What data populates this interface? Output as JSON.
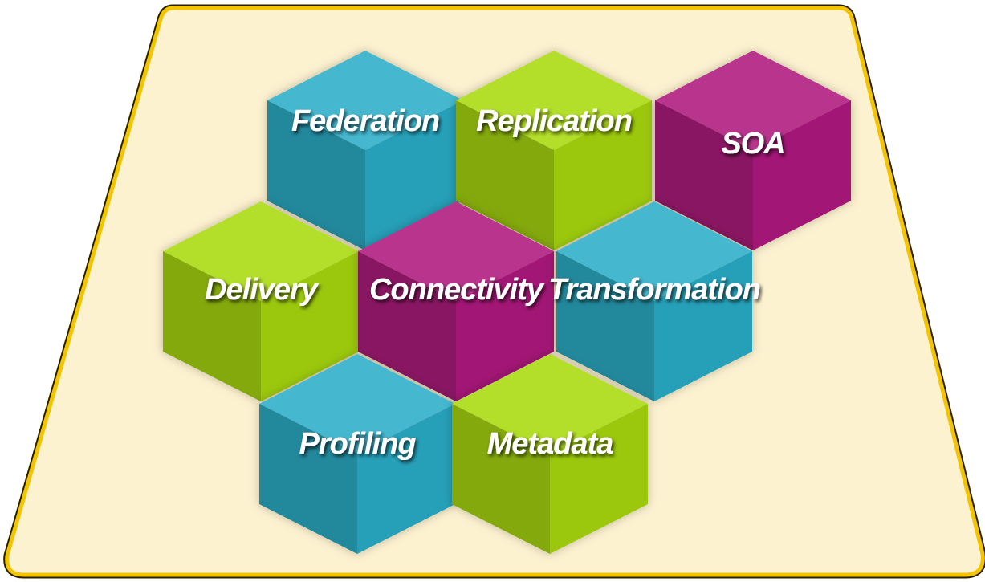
{
  "diagram": {
    "palette": {
      "tray_fill": "#fdf2d0",
      "tray_border": "#f2c500",
      "tray_outline": "#2a2000",
      "teal": "#2aaec8",
      "green": "#a9d90e",
      "magenta": "#b01b7e"
    },
    "cubes": [
      {
        "label": "Federation",
        "color": "teal"
      },
      {
        "label": "Replication",
        "color": "green"
      },
      {
        "label": "SOA",
        "color": "magenta"
      },
      {
        "label": "Delivery",
        "color": "green"
      },
      {
        "label": "Connectivity",
        "color": "magenta"
      },
      {
        "label": "Transformation",
        "color": "teal"
      },
      {
        "label": "Profiling",
        "color": "teal"
      },
      {
        "label": "Metadata",
        "color": "green"
      }
    ]
  }
}
